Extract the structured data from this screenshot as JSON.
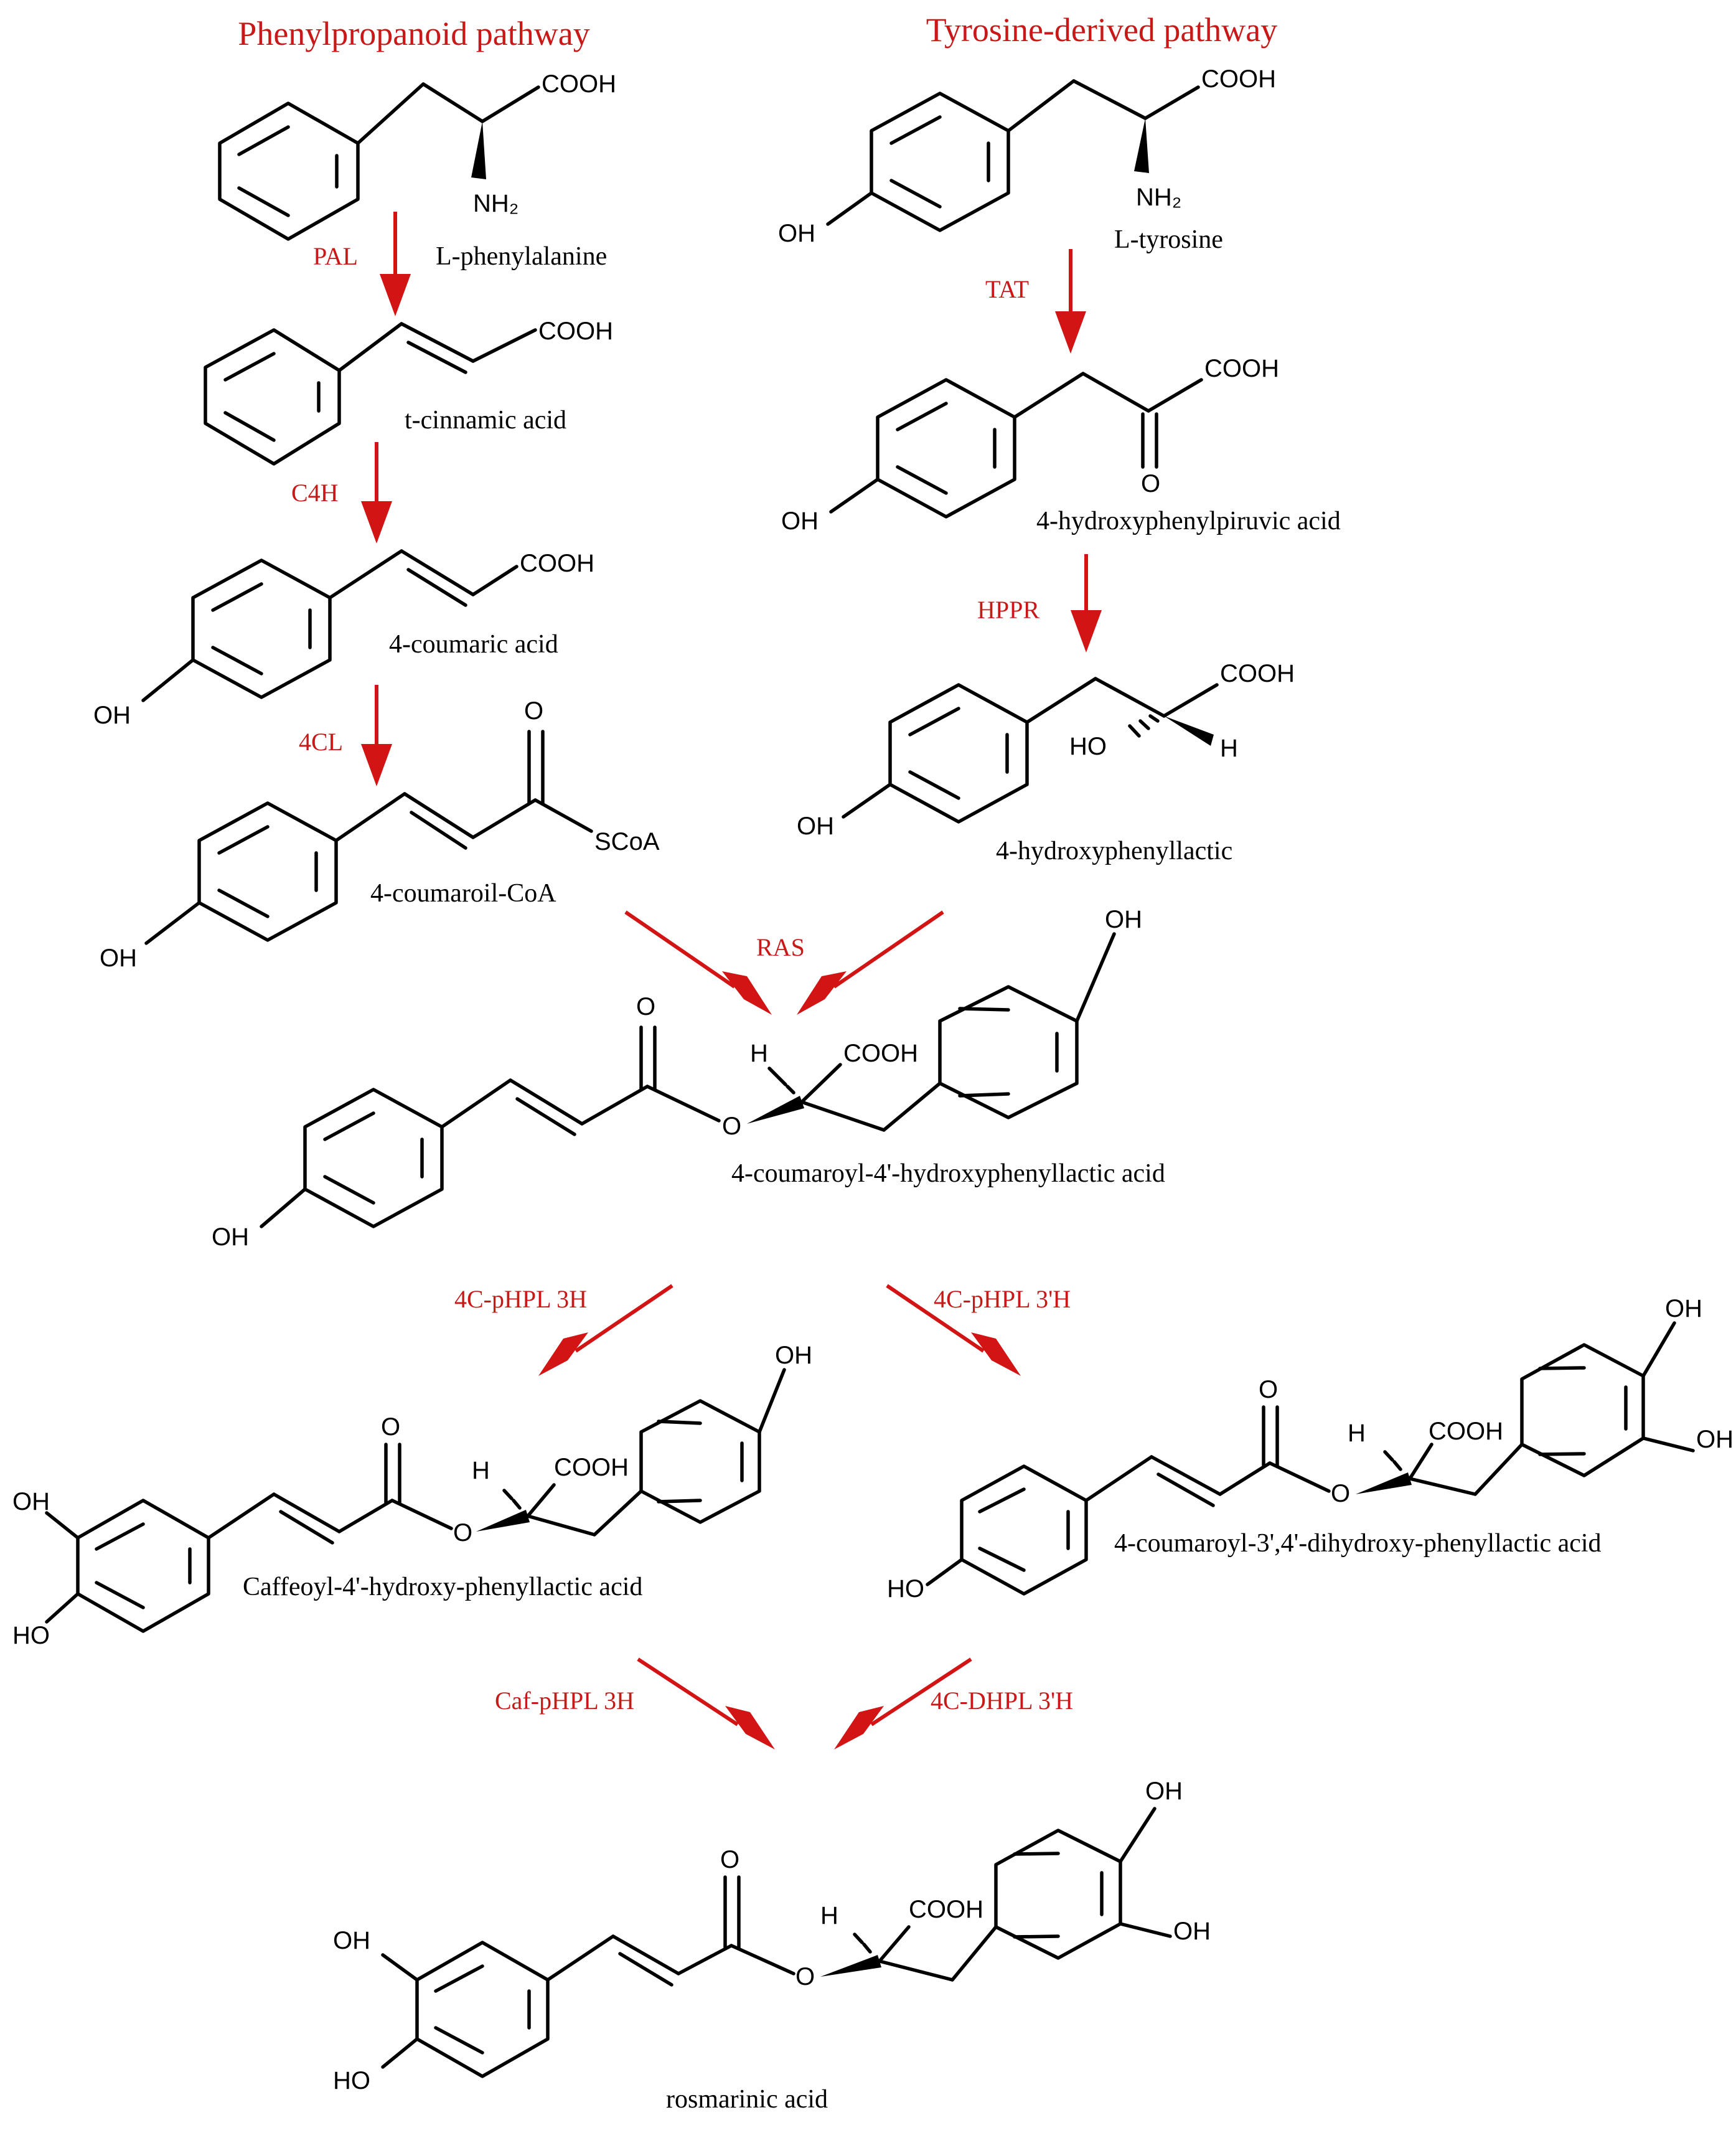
{
  "titles": {
    "phenylpropanoid": "Phenylpropanoid pathway",
    "tyrosine": "Tyrosine-derived pathway"
  },
  "compounds": {
    "l_phenylalanine": "L-phenylalanine",
    "t_cinnamic": "t-cinnamic acid",
    "coumaric": "4-coumaric acid",
    "coumaroil_coa": "4-coumaroil-CoA",
    "l_tyrosine": "L-tyrosine",
    "hppa": "4-hydroxyphenylpiruvic acid",
    "hppl": "4-hydroxyphenyllactic",
    "coumaroyl_hppl": "4-coumaroyl-4'-hydroxyphenyllactic acid",
    "caffeoyl_hppl": "Caffeoyl-4'-hydroxy-phenyllactic acid",
    "coumaroyl_dhpl": "4-coumaroyl-3',4'-dihydroxy-phenyllactic acid",
    "rosmarinic": "rosmarinic acid"
  },
  "enzymes": {
    "pal": "PAL",
    "c4h": "C4H",
    "cl4": "4CL",
    "tat": "TAT",
    "hppr": "HPPR",
    "ras": "RAS",
    "c_phpl_3h": "4C-pHPL 3H",
    "c_phpl_3ph": "4C-pHPL 3'H",
    "caf_phpl_3h": "Caf-pHPL 3H",
    "c_dhpl_3ph": "4C-DHPL 3'H"
  },
  "atoms": {
    "cooh": "COOH",
    "nh2": "NH₂",
    "oh": "OH",
    "ho": "HO",
    "o": "O",
    "h": "H",
    "scoa": "SCoA"
  },
  "colors": {
    "enzyme_red": "#c81818",
    "arrow_red": "#d21414",
    "structure": "#000000"
  }
}
